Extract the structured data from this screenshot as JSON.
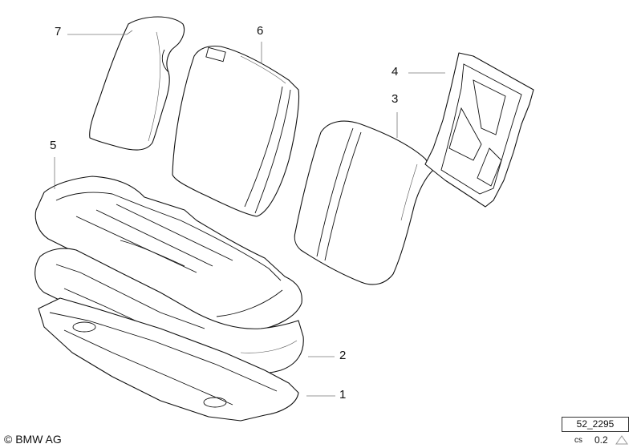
{
  "callouts": {
    "c1": "1",
    "c2": "2",
    "c3": "3",
    "c4": "4",
    "c5": "5",
    "c6": "6",
    "c7": "7"
  },
  "footer": {
    "copyright": "© BMW AG",
    "reference": "52_2295",
    "cs_label": "cs",
    "version": "0.2"
  },
  "icons": {
    "revision": "triangle-icon"
  }
}
